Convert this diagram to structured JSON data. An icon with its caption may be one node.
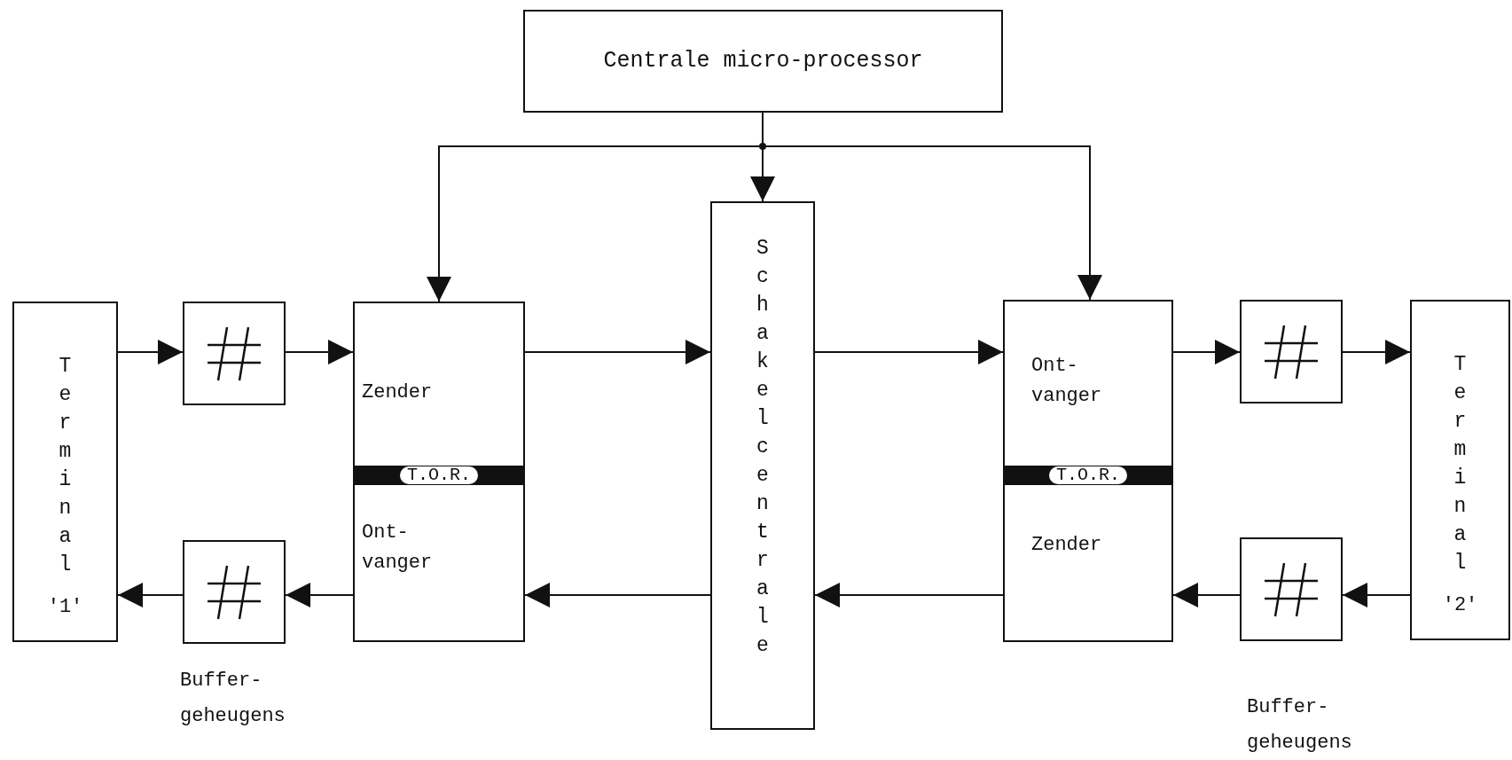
{
  "diagram": {
    "nodes": [
      {
        "text": [
          "Centrale micro-processor"
        ]
      },
      {
        "text": [
          "Terminal",
          "'1'"
        ]
      },
      {
        "text": [],
        "shape": "box"
      },
      {
        "text": [],
        "shape": "box"
      },
      {
        "text": [
          "Zender",
          "T.O.R.",
          "Ont- vanger"
        ]
      },
      {
        "text": [
          "Schakelcentrale"
        ]
      },
      {
        "text": [
          "Ont- vanger",
          "T.O.R.",
          "Zender"
        ]
      },
      {
        "text": [],
        "shape": "box"
      },
      {
        "text": [],
        "shape": "box"
      },
      {
        "text": [
          "Terminal",
          "'2'"
        ]
      }
    ],
    "edges": [
      {
        "from": 0,
        "to": 5,
        "arrow": "to"
      },
      {
        "from": 0,
        "to": 4,
        "arrow": "to"
      },
      {
        "from": 0,
        "to": 6,
        "arrow": "to"
      },
      {
        "from": 1,
        "to": 2,
        "arrow": "to"
      },
      {
        "from": 2,
        "to": 4,
        "arrow": "to"
      },
      {
        "from": 4,
        "to": 5,
        "arrow": "to"
      },
      {
        "from": 5,
        "to": 6,
        "arrow": "to"
      },
      {
        "from": 6,
        "to": 7,
        "arrow": "to"
      },
      {
        "from": 7,
        "to": 9,
        "arrow": "to"
      },
      {
        "from": 9,
        "to": 8,
        "arrow": "to"
      },
      {
        "from": 8,
        "to": 6,
        "arrow": "to"
      },
      {
        "from": 6,
        "to": 5,
        "arrow": "to"
      },
      {
        "from": 5,
        "to": 4,
        "arrow": "to"
      },
      {
        "from": 4,
        "to": 3,
        "arrow": "to"
      },
      {
        "from": 3,
        "to": 1,
        "arrow": "to"
      }
    ],
    "labels": [
      "Buffer- geheugens",
      "Buffer- geheugens"
    ]
  }
}
